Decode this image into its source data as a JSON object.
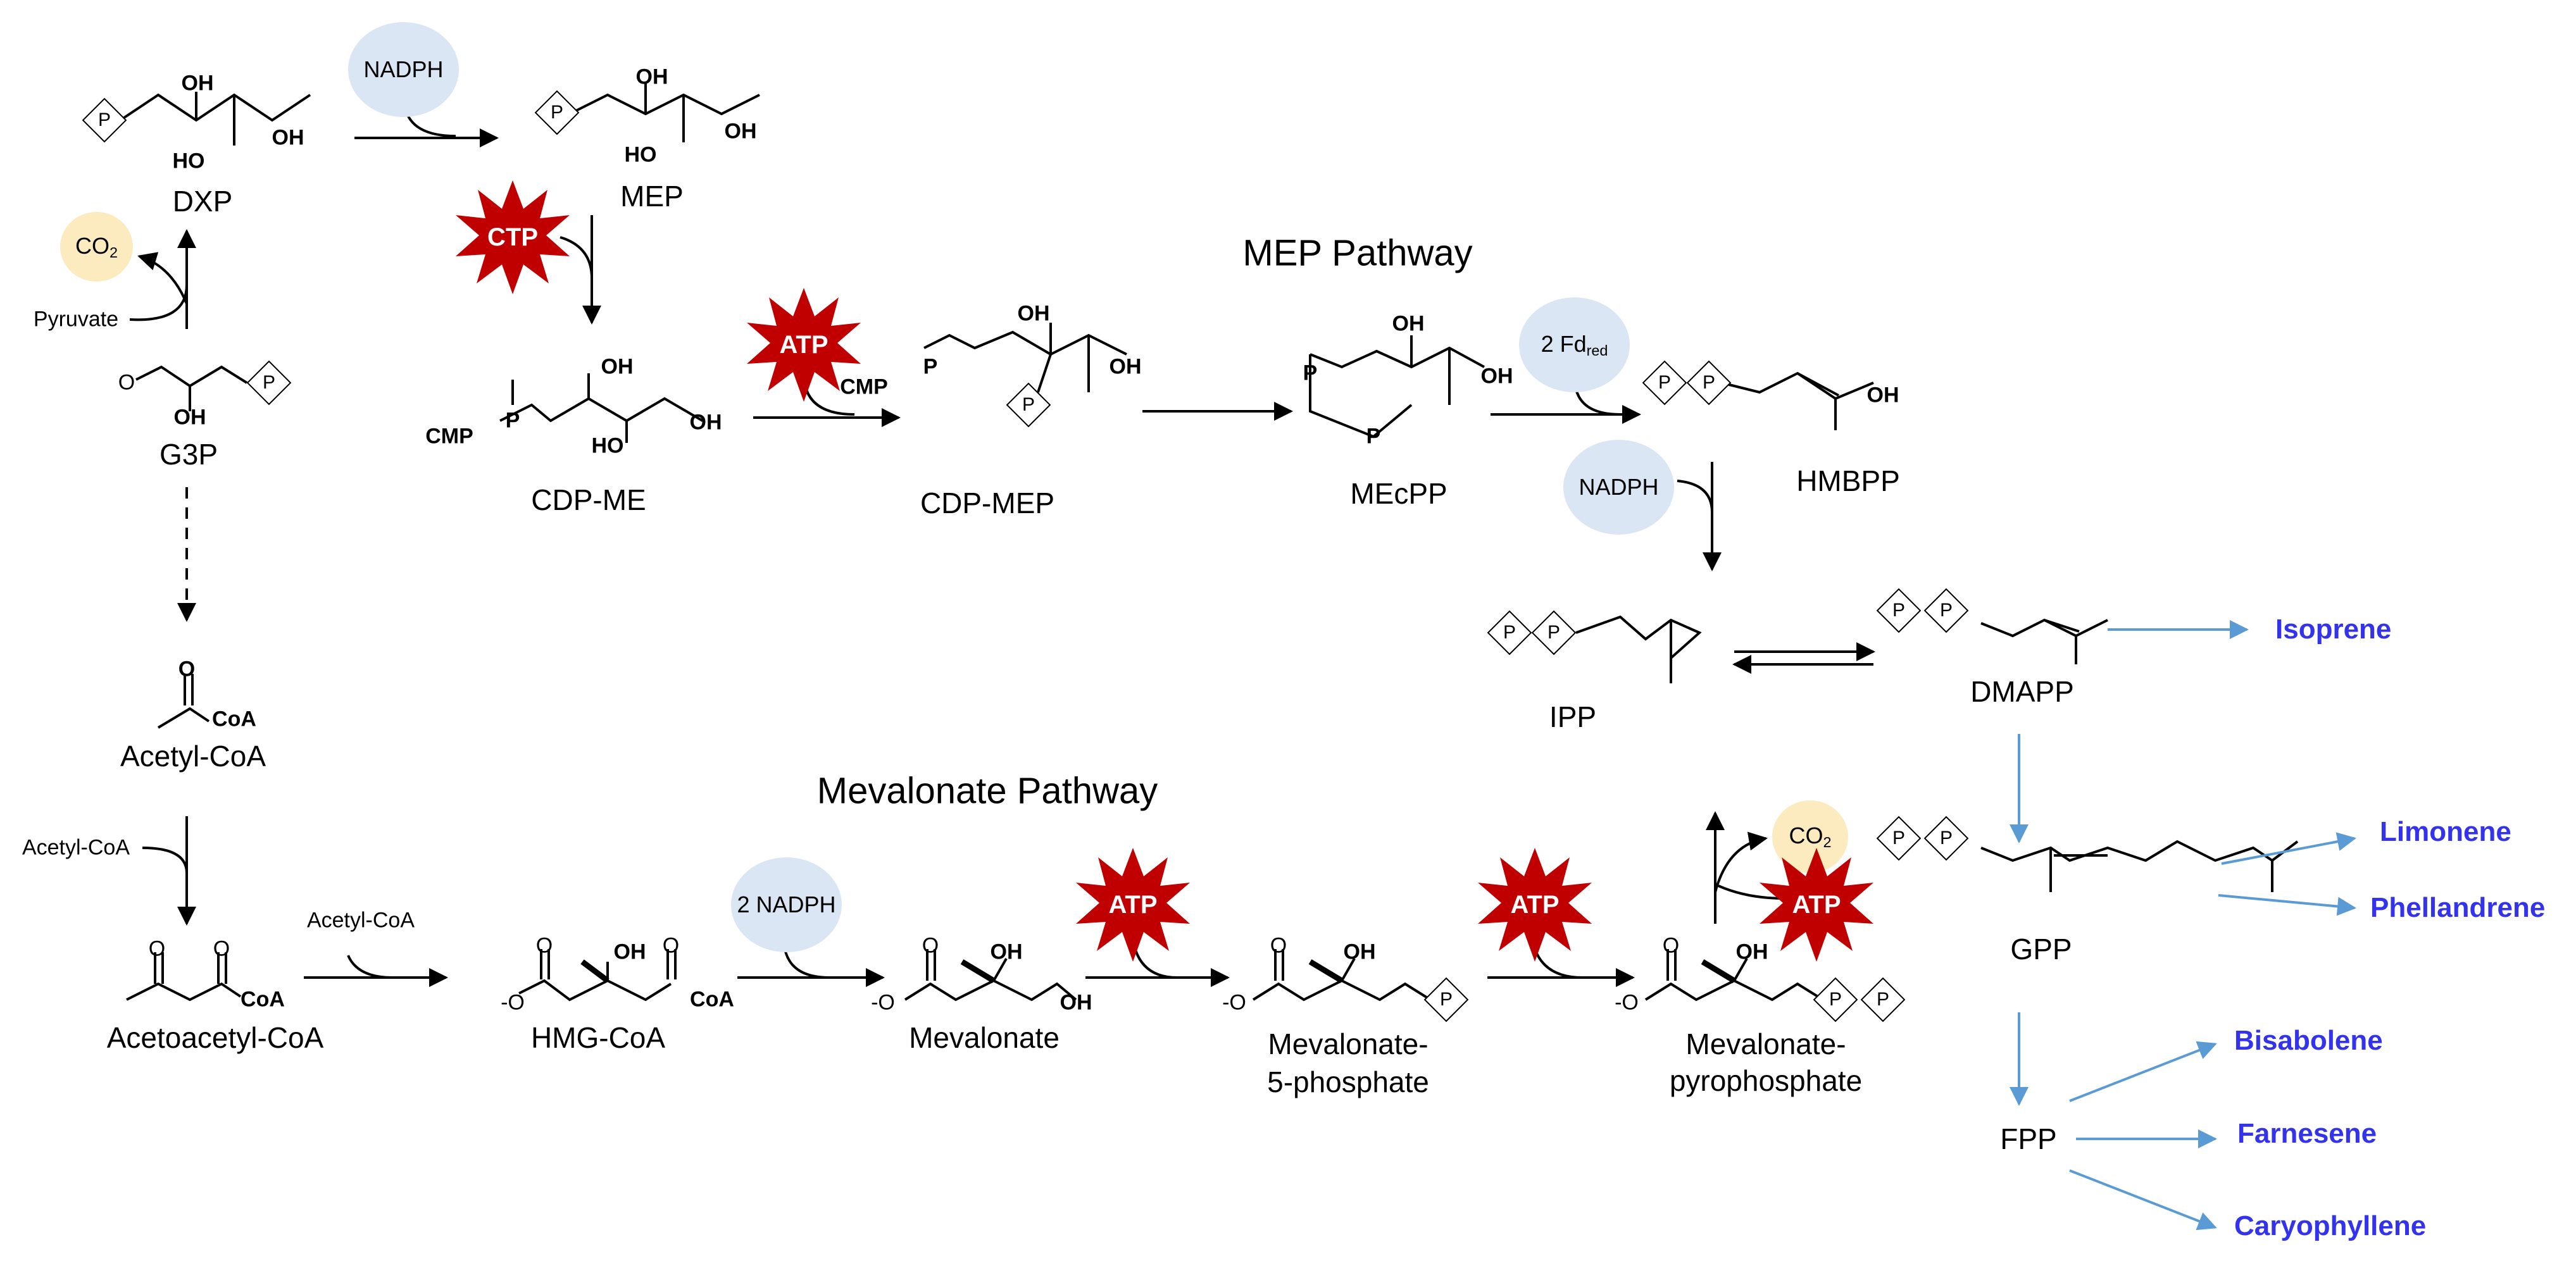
{
  "titles": {
    "mep": "MEP Pathway",
    "mva": "Mevalonate Pathway"
  },
  "metabolites": {
    "dxp": "DXP",
    "mep": "MEP",
    "g3p": "G3P",
    "cdp_me": "CDP-ME",
    "cdp_mep": "CDP-MEP",
    "mecpp": "MEcPP",
    "hmbpp": "HMBPP",
    "ipp": "IPP",
    "dmapp": "DMAPP",
    "gpp": "GPP",
    "fpp": "FPP",
    "acetyl_coa": "Acetyl-CoA",
    "acetoacetyl_coa": "Acetoacetyl-CoA",
    "hmg_coa": "HMG-CoA",
    "mevalonate": "Mevalonate",
    "mev5p_1": "Mevalonate-",
    "mev5p_2": "5-phosphate",
    "mevpp_1": "Mevalonate-",
    "mevpp_2": "pyrophosphate"
  },
  "cofactors": {
    "nadph": "NADPH",
    "nadph_lower": "NADPH",
    "two_nadph": "2 NADPH",
    "ctp": "CTP",
    "atp": "ATP",
    "co2_text": "CO",
    "co2_sub": "2",
    "fd_text": "2 Fd",
    "fd_sub": "red",
    "pyruvate": "Pyruvate",
    "acetyl_coa_side1": "Acetyl-CoA",
    "acetyl_coa_side2": "Acetyl-CoA"
  },
  "products": {
    "isoprene": "Isoprene",
    "limonene": "Limonene",
    "phellandrene": "Phellandrene",
    "bisabolene": "Bisabolene",
    "farnesene": "Farnesene",
    "caryophyllene": "Caryophyllene"
  },
  "chem": {
    "p": "P",
    "oh": "OH",
    "ho": "HO",
    "o": "O",
    "coa": "CoA",
    "cmp": "CMP",
    "o_minus": "O",
    "minus": "-",
    "neg_o": "-O",
    "neg_o2": "O-",
    "p_atom": "P"
  },
  "colors": {
    "product_text": "#3333ee",
    "product_arrow": "#5b9bd5",
    "ellipse_blue": "#dae6f4",
    "ellipse_tan": "#fdebc0",
    "burst_red": "#c00000"
  }
}
